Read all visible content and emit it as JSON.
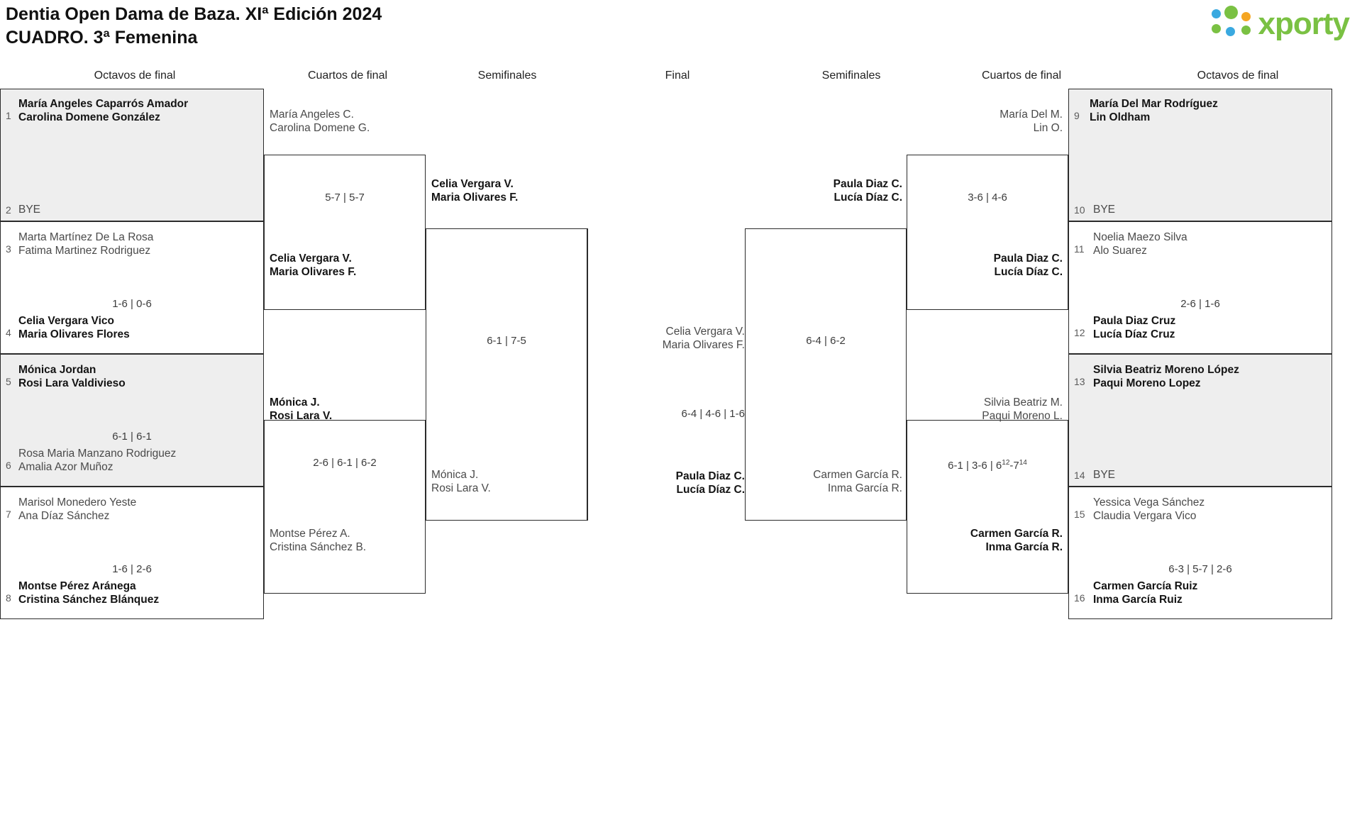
{
  "header": {
    "title_line1": "Dentia Open Dama de Baza. XIª Edición 2024",
    "title_line2": "CUADRO. 3ª Femenina",
    "logo_text": "xporty"
  },
  "round_headers": {
    "left_r16": "Octavos de final",
    "left_qf": "Cuartos de final",
    "left_sf": "Semifinales",
    "final": "Final",
    "right_sf": "Semifinales",
    "right_qf": "Cuartos de final",
    "right_r16": "Octavos de final"
  },
  "left_r16": [
    {
      "seed": "1",
      "p1": "María Angeles Caparrós Amador",
      "p2": "Carolina Domene González",
      "winner": true
    },
    {
      "seed": "2",
      "bye": "BYE"
    },
    {
      "seed": "3",
      "p1": "Marta Martínez De La Rosa",
      "p2": "Fatima Martinez Rodriguez",
      "winner": false
    },
    {
      "seed": "4",
      "p1": "Celia Vergara Vico",
      "p2": "Maria Olivares Flores",
      "winner": true
    },
    {
      "seed": "5",
      "p1": "Mónica Jordan",
      "p2": "Rosi Lara Valdivieso",
      "winner": true
    },
    {
      "seed": "6",
      "p1": "Rosa Maria Manzano Rodriguez",
      "p2": "Amalia Azor Muñoz",
      "winner": false
    },
    {
      "seed": "7",
      "p1": "Marisol Monedero Yeste",
      "p2": "Ana Díaz Sánchez",
      "winner": false
    },
    {
      "seed": "8",
      "p1": "Montse Pérez Aránega",
      "p2": "Cristina Sánchez Blánquez",
      "winner": true
    }
  ],
  "left_r16_scores": {
    "m34": "1-6 | 0-6",
    "m56": "6-1 | 6-1",
    "m78": "1-6 | 2-6"
  },
  "left_qf": [
    {
      "p1": "María Angeles C.",
      "p2": "Carolina Domene G.",
      "winner": false
    },
    {
      "p1": "Celia Vergara V.",
      "p2": "Maria Olivares F.",
      "winner": true
    },
    {
      "p1": "Mónica J.",
      "p2": "Rosi Lara V.",
      "winner": true
    },
    {
      "p1": "Montse Pérez A.",
      "p2": "Cristina Sánchez B.",
      "winner": false
    }
  ],
  "left_qf_scores": {
    "top": "5-7 | 5-7",
    "bottom": "2-6 | 6-1 | 6-2"
  },
  "left_sf": [
    {
      "p1": "Celia Vergara V.",
      "p2": "Maria Olivares F.",
      "winner": true
    },
    {
      "p1": "Mónica J.",
      "p2": "Rosi Lara V.",
      "winner": false
    }
  ],
  "left_sf_score": "6-1 | 7-5",
  "final": {
    "top": {
      "p1": "Celia Vergara V.",
      "p2": "Maria Olivares F.",
      "winner": false
    },
    "bottom": {
      "p1": "Paula Diaz C.",
      "p2": "Lucía Díaz C.",
      "winner": true
    },
    "score": "6-4 | 4-6 | 1-6"
  },
  "right_sf": [
    {
      "p1": "Paula Diaz C.",
      "p2": "Lucía Díaz C.",
      "winner": true
    },
    {
      "p1": "Carmen García R.",
      "p2": "Inma García R.",
      "winner": false
    }
  ],
  "right_sf_score": "6-4 | 6-2",
  "right_qf": [
    {
      "p1": "María Del M.",
      "p2": "Lin O.",
      "winner": false
    },
    {
      "p1": "Paula Diaz C.",
      "p2": "Lucía Díaz C.",
      "winner": true
    },
    {
      "p1": "Silvia Beatriz M.",
      "p2": "Paqui Moreno L.",
      "winner": false
    },
    {
      "p1": "Carmen García R.",
      "p2": "Inma García R.",
      "winner": true
    }
  ],
  "right_qf_scores": {
    "top": "3-6 | 4-6",
    "bottom_pre": "6-1 | 3-6 | 6",
    "bottom_sup1": "12",
    "bottom_mid": "-7",
    "bottom_sup2": "14"
  },
  "right_r16": [
    {
      "seed": "9",
      "p1": "María Del Mar Rodríguez",
      "p2": "Lin Oldham",
      "winner": true
    },
    {
      "seed": "10",
      "bye": "BYE"
    },
    {
      "seed": "11",
      "p1": "Noelia Maezo Silva",
      "p2": "Alo Suarez",
      "winner": false
    },
    {
      "seed": "12",
      "p1": "Paula Diaz Cruz",
      "p2": "Lucía Díaz Cruz",
      "winner": true
    },
    {
      "seed": "13",
      "p1": "Silvia Beatriz Moreno López",
      "p2": "Paqui Moreno Lopez",
      "winner": true
    },
    {
      "seed": "14",
      "bye": "BYE"
    },
    {
      "seed": "15",
      "p1": "Yessica Vega Sánchez",
      "p2": "Claudia Vergara Vico",
      "winner": false
    },
    {
      "seed": "16",
      "p1": "Carmen García Ruiz",
      "p2": "Inma García Ruiz",
      "winner": true
    }
  ],
  "right_r16_scores": {
    "m1112": "2-6 | 1-6",
    "m1516": "6-3 | 5-7 | 2-6"
  }
}
